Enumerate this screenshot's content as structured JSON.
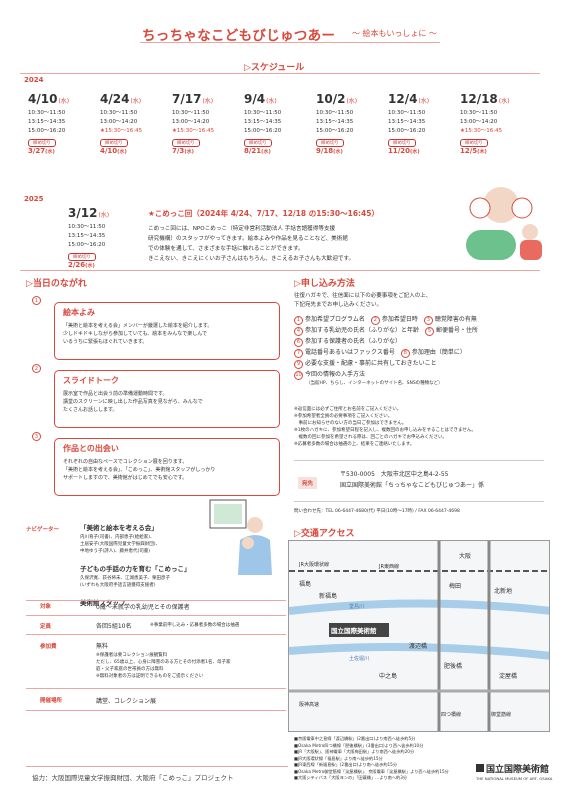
{
  "header": {
    "title": "ちっちゃなこどもびじゅつあー",
    "subtitle": "～ 絵本もいっしょに ～"
  },
  "schedule": {
    "heading": "スケジュール",
    "year2024": "2024",
    "year2025": "2025",
    "events": [
      {
        "date": "4/10",
        "dow": "水",
        "times": [
          "10:30～11:50",
          "13:15～14:35",
          "15:00～16:20"
        ],
        "deadline_label": "締め切り",
        "deadline": "3/27",
        "deadline_dow": "水"
      },
      {
        "date": "4/24",
        "dow": "水",
        "times": [
          "10:30～11:50",
          "13:00～14:20",
          "★15:30～16:45"
        ],
        "deadline_label": "締め切り",
        "deadline": "4/10",
        "deadline_dow": "水"
      },
      {
        "date": "7/17",
        "dow": "水",
        "times": [
          "10:30～11:50",
          "13:00～14:20",
          "★15:30～16:45"
        ],
        "deadline_label": "締め切り",
        "deadline": "7/3",
        "deadline_dow": "水"
      },
      {
        "date": "9/4",
        "dow": "水",
        "times": [
          "10:30～11:50",
          "13:15～14:35",
          "15:00～16:20"
        ],
        "deadline_label": "締め切り",
        "deadline": "8/21",
        "deadline_dow": "水"
      },
      {
        "date": "10/2",
        "dow": "水",
        "times": [
          "10:30～11:50",
          "13:15～14:35",
          "15:00～16:20"
        ],
        "deadline_label": "締め切り",
        "deadline": "9/18",
        "deadline_dow": "水"
      },
      {
        "date": "12/4",
        "dow": "水",
        "times": [
          "10:30～11:50",
          "13:15～14:35",
          "15:00～16:20"
        ],
        "deadline_label": "締め切り",
        "deadline": "11/20",
        "deadline_dow": "水"
      },
      {
        "date": "12/18",
        "dow": "水",
        "times": [
          "10:30～11:50",
          "13:00～14:20",
          "★15:30～16:45"
        ],
        "deadline_label": "締め切り",
        "deadline": "12/5",
        "deadline_dow": "木"
      }
    ],
    "event2025": {
      "date": "3/12",
      "dow": "水",
      "times": [
        "10:30～11:50",
        "13:15～14:35",
        "15:00～16:20"
      ],
      "deadline_label": "締め切り",
      "deadline": "2/26",
      "deadline_dow": "水"
    },
    "kokko_title": "★こめっこ回（2024年 4/24、7/17、12/18 の15:30～16:45）",
    "kokko_text": [
      "こめっこ回には、NPOこめっこ（特定非営利活動法人 手話言語獲得等支援",
      "研究機構）のスタッフがやってきます。絵本よみや作品を見ることなど、美術館",
      "での体験を通して、さまざまな手話に触れることができます。",
      "きこえない、きこえにくいお子さんはもちろん、きこえるお子さんも大歓迎です。"
    ]
  },
  "flow": {
    "heading": "当日のながれ",
    "steps": [
      {
        "num": "1",
        "title": "絵本よみ",
        "body": [
          "「美術と絵本を考える会」メンバーが厳選した絵本を紹介します。",
          "少しドキドキしながら参加していても、絵本をみんなで楽しんで",
          "いるうちに緊張もほぐれていきます。"
        ]
      },
      {
        "num": "2",
        "title": "スライドトーク",
        "body": [
          "展示室で作品と出会う前の準備運動時間です。",
          "講堂のスクリーンに映し出した作品写真を見ながら、みんなで",
          "たくさんお話しします。"
        ]
      },
      {
        "num": "3",
        "title": "作品との出会い",
        "body": [
          "それぞれの自由なペースでコレクション展を回ります。",
          "「美術と絵本を考える会」、「こめっこ」、美術館スタッフがしっかり",
          "サポートしますので、美術館がはじめてでも安心です。"
        ]
      }
    ]
  },
  "navigator": {
    "label": "ナビゲーター",
    "group1": "「美術と絵本を考える会」",
    "members1": [
      "内川育子(司書)、内部恵子(絵絵家)、",
      "土居安子(大阪国際児童文学振興財団)、",
      "中地ゆう子(詩人)、藤井恵代(司書)"
    ],
    "group2": "子どもの手話の力を育む「こめっこ」",
    "members2": [
      "久保沢寛、荻谷将未、江湖恵美子、栗田彦子",
      "(いずれも大阪府手話言語獲得支援者)"
    ],
    "group3": "美術館スタッフ"
  },
  "info": {
    "target_label": "対象",
    "target": "0歳～未就学の乳幼児とその保護者",
    "capacity_label": "定員",
    "capacity": "各回5組10名",
    "capacity_note": "※事業前申し込み・応募者多数の場合は抽選",
    "fee_label": "参加費",
    "fee": "無料",
    "fee_note1": "※保護者は要コレクション展観覧料",
    "fee_note2": "ただし、65歳以上、心身に障害のある方とその付添者1名、母子家",
    "fee_note3": "庭・父子家庭の世帯員の方は無料",
    "fee_note4": "※無料対象者の方は証明できるものをご提示ください",
    "venue_label": "開催場所",
    "venue": "講堂、コレクション展"
  },
  "apply": {
    "heading": "申し込み方法",
    "intro": [
      "往復ハガキで、往信面に以下の必要事項をご記入の上、",
      "下記宛先までお申し込みください。"
    ],
    "items": [
      {
        "n": "1",
        "t": "参加希望プログラム名"
      },
      {
        "n": "2",
        "t": "参加希望日時"
      },
      {
        "n": "3",
        "t": "聴覚障害の有無"
      },
      {
        "n": "4",
        "t": "参加する乳幼児の氏名（ふりがな）と年齢"
      },
      {
        "n": "5",
        "t": "郵便番号・住所"
      },
      {
        "n": "6",
        "t": "参加する保護者の氏名（ふりがな）"
      },
      {
        "n": "7",
        "t": "電話番号あるいはファックス番号"
      },
      {
        "n": "8",
        "t": "参加理由（簡単に）"
      },
      {
        "n": "9",
        "t": "必要な支援・配慮・事前に共有しておきたいこと"
      },
      {
        "n": "10",
        "t": "今回の情報の入手方法"
      }
    ],
    "item10_note": "（当館HP、ちらし、インターネットのサイト名、SNSの種類など）",
    "notes": [
      "※返信面には必ずご住所とお名前をご記入ください。",
      "※参加希望者全員の必要事項をご記入ください。",
      "　事前にお知らせのない方の当日ご参加はできません。",
      "※1枚のハガキに、参加希望日程を記入し、複数回のお申し込みをすることはできません。",
      "　複数の回に参加を希望される際は、回ごとのハガキでお申込みください。",
      "※応募者多数の場合は抽選の上、結果をご連絡いたします。"
    ],
    "address_label": "宛先",
    "address1": "〒530-0005　大阪市北区中之島4-2-55",
    "address2": "国立国際美術館「ちっちゃなこどもびじゅつあー」係",
    "contact": "問い合わせ先：TEL 06-6447-4680(代) 平日(10時～17時) / FAX 06-6447-4698"
  },
  "access": {
    "heading": "交通アクセス",
    "museum_name": "国立国際美術館",
    "museum_en": "THE NATIONAL MUSEUM OF ART, OSAKA",
    "lines": [
      "■京阪電車中之島線「渡辺橋駅」(2番出口)より南西へ徒歩約5分",
      "■Osaka Metro四つ橋線「肥後橋駅」(3番出口)より西へ徒歩約10分",
      "■JR「大阪駅」、阪神電車「大阪梅田駅」より南西へ徒歩約20分",
      "■JR大阪環状線「福島駅」より南へ徒歩約15分",
      "■JR東西線「新福島駅」(2番出口)より南へ徒歩約15分",
      "■Osaka Metro御堂筋線「淀屋橋駅」、京阪電車「淀屋橋駅」より西へ徒歩約15分",
      "■大阪シティバス「大阪ヨンの」「田蓑橋」…より南へ約3分"
    ],
    "map_labels": [
      "大阪",
      "梅田",
      "北新地",
      "新福島",
      "福島",
      "渡辺橋",
      "肥後橋",
      "淀屋橋",
      "中之島",
      "土佐堀川",
      "堂島川",
      "四つ橋線",
      "御堂筋線",
      "JR東西線",
      "JR大阪環状線",
      "阪神高速"
    ]
  },
  "footer": {
    "credit": "協力：大阪国際児童文学振興財団、大阪府「こめっこ」プロジェクト"
  }
}
